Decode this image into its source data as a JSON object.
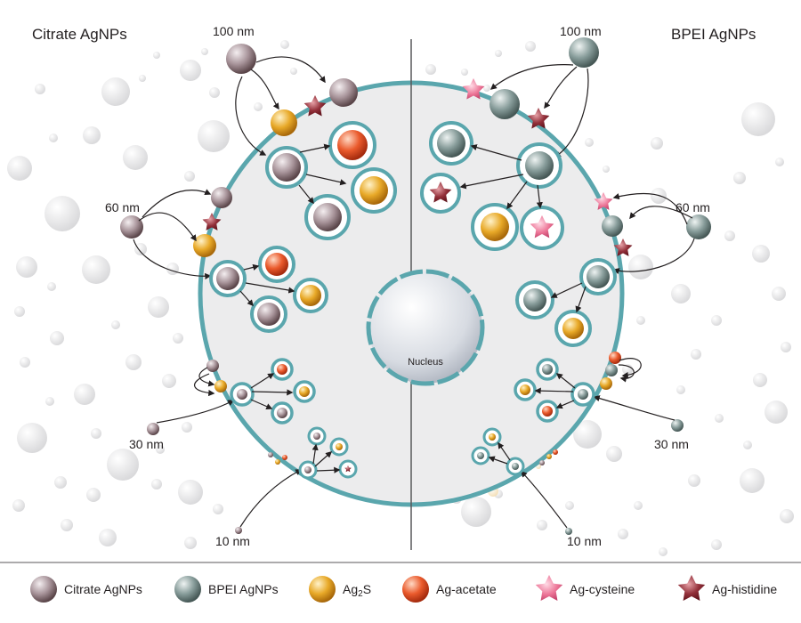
{
  "titles": {
    "left": "Citrate AgNPs",
    "right": "BPEI AgNPs"
  },
  "sizes": {
    "left_100": "100 nm",
    "left_60": "60 nm",
    "left_30": "30 nm",
    "left_10": "10 nm",
    "right_100": "100 nm",
    "right_60": "60 nm",
    "right_30": "30 nm",
    "right_10": "10 nm"
  },
  "nucleus": "Nucleus",
  "legend": {
    "citrate": "Citrate AgNPs",
    "bpei": "BPEI AgNPs",
    "ag2s_base": "Ag",
    "ag2s_sub": "2",
    "ag2s_tail": "S",
    "acetate": "Ag-acetate",
    "cysteine": "Ag-cysteine",
    "histidine": "Ag-histidine"
  },
  "colors": {
    "membrane": "#5aa6ad",
    "cytoplasm": "#ececed",
    "citrate": "#a08a8f",
    "bpei": "#7e9593",
    "ag2s": "#e3a226",
    "acetate": "#e4562e",
    "cysteine": "#ea6f93",
    "histidine": "#8b2630"
  }
}
